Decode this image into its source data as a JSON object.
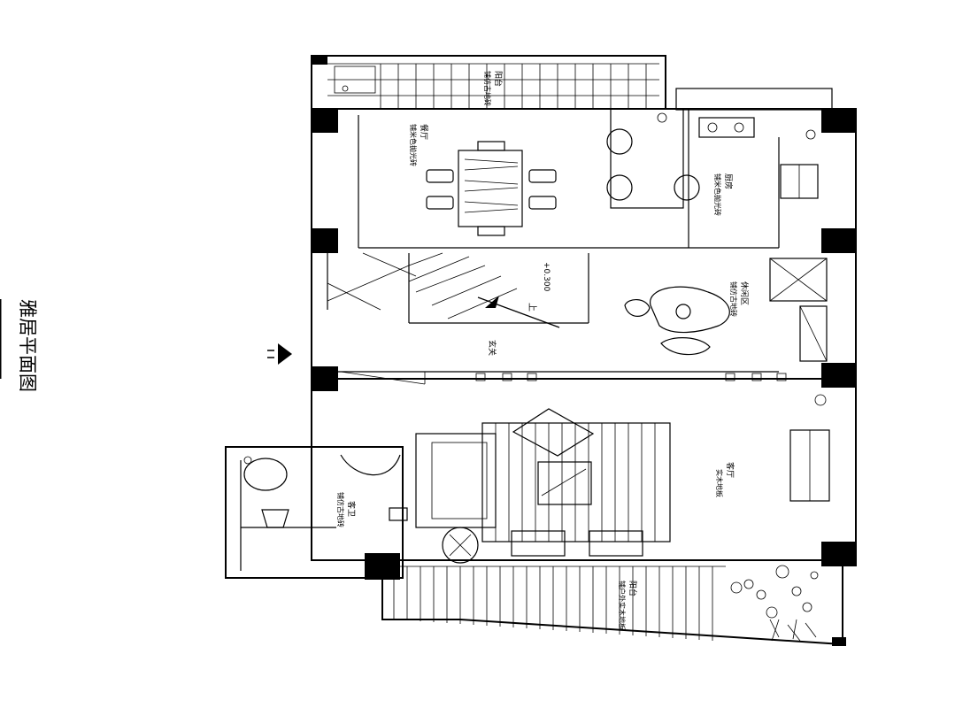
{
  "title": "雅居平面图",
  "entrance_marker": "",
  "rooms": {
    "balcony_top": {
      "name": "阳台",
      "note": "铺仿古地砖"
    },
    "dining": {
      "name": "餐厅",
      "note": "铺米色抛光砖"
    },
    "kitchen": {
      "name": "厨房",
      "note": "铺米色抛光砖"
    },
    "stairs": {
      "level": "+0.300",
      "up_label": "上"
    },
    "leisure": {
      "name": "休闲区",
      "note": "铺仿古地砖"
    },
    "foyer": {
      "name": "玄关"
    },
    "bathroom": {
      "name": "客卫",
      "note": "铺仿古地砖"
    },
    "living": {
      "name": "客厅",
      "note": "实木地板"
    },
    "balcony_bottom": {
      "name": "阳台",
      "note": "铺户外实木地板"
    }
  },
  "colors": {
    "line": "#000000",
    "background": "#ffffff"
  }
}
